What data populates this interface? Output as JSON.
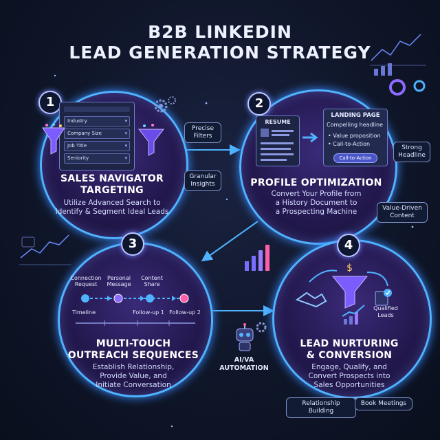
{
  "title": {
    "line1": "B2B LINKEDIN",
    "line2": "LEAD GENERATION STRATEGY"
  },
  "steps": [
    {
      "number": "1",
      "heading_line1": "SALES NAVIGATOR",
      "heading_line2": "TARGETING",
      "desc_line1": "Utilize Advanced Search to",
      "desc_line2": "Identify & Segment Ideal Leads",
      "filters": [
        "Industry",
        "Company Size",
        "Job Title",
        "Seniority"
      ],
      "tags": [
        "Precise Filters",
        "Granular Insights"
      ]
    },
    {
      "number": "2",
      "heading": "PROFILE OPTIMIZATION",
      "desc_line1": "Convert Your Profile from",
      "desc_line2": "a History Document to",
      "desc_line3": "a Prospecting Machine",
      "resume_label": "RESUME",
      "landing_title": "LANDING PAGE",
      "landing_items": [
        "Compelling headline",
        "• Value proposition",
        "• Call-to-Action"
      ],
      "cta_button": "Call-to-Action",
      "tags": [
        "Strong Headline",
        "Value-Driven Content"
      ]
    },
    {
      "number": "3",
      "heading_line1": "MULTI-TOUCH",
      "heading_line2": "OUTREACH SEQUENCES",
      "desc_line1": "Establish Relationship,",
      "desc_line2": "Provide Value, and",
      "desc_line3": "Initiate Conversation",
      "timeline_top": [
        "Connection Request",
        "Personal Message",
        "Content Share"
      ],
      "timeline_bottom": [
        "Timeline",
        "Follow-up 1",
        "Follow-up 2"
      ]
    },
    {
      "number": "4",
      "heading_line1": "LEAD NURTURING",
      "heading_line2": "& CONVERSION",
      "desc_line1": "Engage, Qualify, and",
      "desc_line2": "Convert Prospects into",
      "desc_line3": "Sales Opportunities",
      "qualified_label": "Qualified Leads",
      "tags": [
        "Relationship Building",
        "Book Meetings"
      ]
    }
  ],
  "automation_label": "AI/VA AUTOMATION",
  "colors": {
    "accent_blue": "#4fb3ff",
    "accent_purple": "#8e6bff",
    "accent_pink": "#ff5fa8",
    "circle_fill": "#24194f"
  },
  "icons": [
    "funnel-icon",
    "gear-icon",
    "magnifier-icon",
    "arrow-right-icon",
    "handshake-icon",
    "robot-icon",
    "checklist-icon",
    "chart-icon"
  ]
}
